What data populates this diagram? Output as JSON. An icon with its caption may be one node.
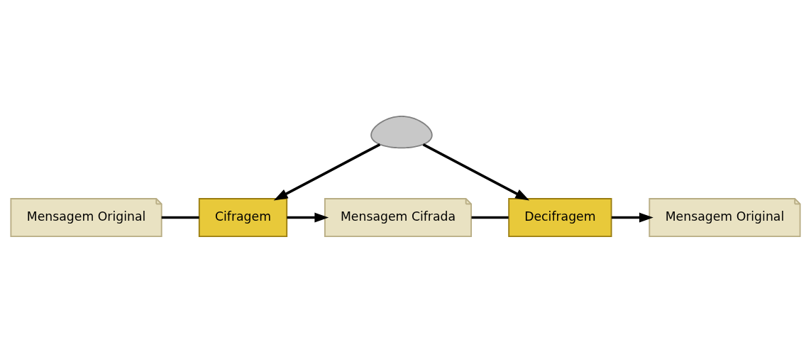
{
  "diagram": {
    "nodes": [
      {
        "text": [],
        "shape": "key"
      },
      {
        "text": [
          "Mensagem Original"
        ]
      },
      {
        "text": [
          "Cifragem"
        ]
      },
      {
        "text": [
          "Mensagem Cifrada"
        ]
      },
      {
        "text": [
          "Decifragem"
        ]
      },
      {
        "text": [
          "Mensagem Original"
        ]
      }
    ],
    "edges": [
      {
        "from": 1,
        "to": 2,
        "arrow": "none"
      },
      {
        "from": 2,
        "to": 3,
        "arrow": "to"
      },
      {
        "from": 3,
        "to": 4,
        "arrow": "none"
      },
      {
        "from": 4,
        "to": 5,
        "arrow": "to"
      },
      {
        "from": 0,
        "to": 2,
        "arrow": "to"
      },
      {
        "from": 0,
        "to": 4,
        "arrow": "to"
      }
    ]
  }
}
